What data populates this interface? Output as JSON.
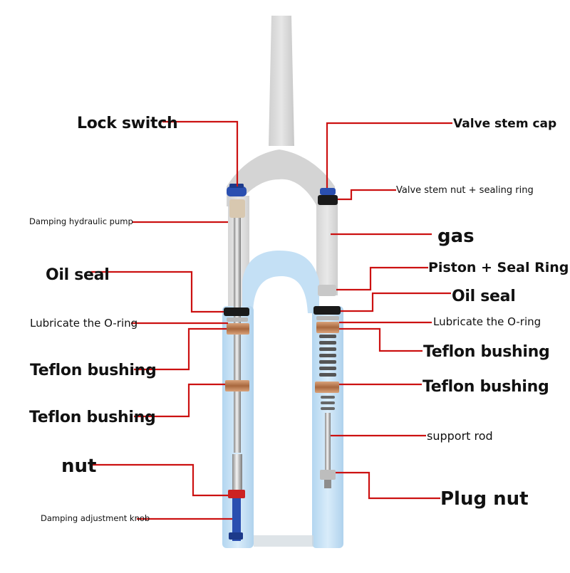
{
  "labels": {
    "lock_switch": "Lock switch",
    "damping_pump": "Damping hydraulic pump",
    "oil_seal_left": "Oil seal",
    "lube_oring_left": "Lubricate the O-ring",
    "teflon_left_1": "Teflon bushing",
    "teflon_left_2": "Teflon bushing",
    "nut": "nut",
    "damping_knob": "Damping adjustment knob",
    "valve_stem_cap": "Valve stem cap",
    "valve_stem_nut": "Valve stem nut + sealing ring",
    "gas": "gas",
    "piston_seal": "Piston + Seal Ring",
    "oil_seal_right": "Oil seal",
    "lube_oring_right": "Lubricate the O-ring",
    "teflon_right_1": "Teflon bushing",
    "teflon_right_2": "Teflon bushing",
    "support_rod": "support rod",
    "plug_nut": "Plug nut"
  },
  "colors": {
    "leader": "#cc1111",
    "fork_blue": "#c7e3f6",
    "fork_gray": "#dcdcdc",
    "bushing": "#b8805a",
    "seal_black": "#1a1a1a",
    "knob_blue": "#2a4fb0",
    "nut_red": "#cc2222"
  }
}
